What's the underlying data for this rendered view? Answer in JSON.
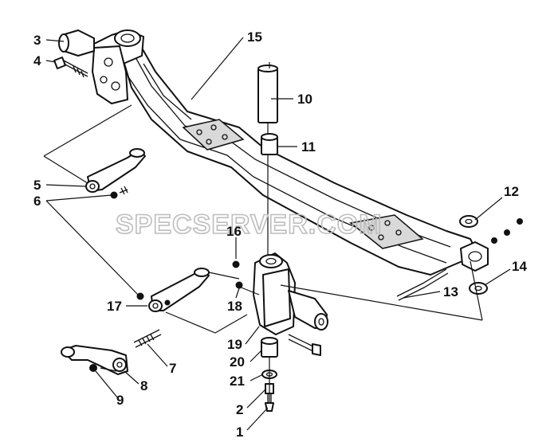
{
  "callouts": [
    "1",
    "2",
    "3",
    "4",
    "5",
    "6",
    "7",
    "8",
    "9",
    "10",
    "11",
    "12",
    "13",
    "14",
    "15",
    "16",
    "17",
    "18",
    "19",
    "20",
    "21"
  ],
  "watermark": "SPECSERVER.COM"
}
